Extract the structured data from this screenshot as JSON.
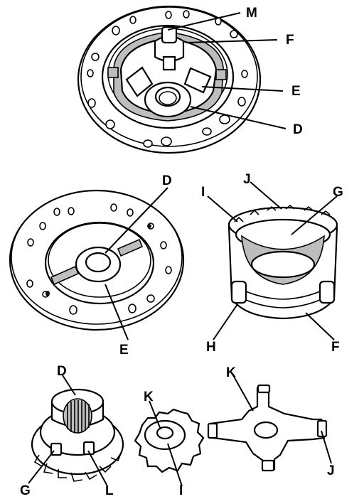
{
  "diagram": {
    "callouts": [
      {
        "id": "top-M",
        "text": "M"
      },
      {
        "id": "top-F",
        "text": "F"
      },
      {
        "id": "top-E",
        "text": "E"
      },
      {
        "id": "top-D",
        "text": "D"
      },
      {
        "id": "mid-D",
        "text": "D"
      },
      {
        "id": "mid-E",
        "text": "E"
      },
      {
        "id": "mid-I",
        "text": "I"
      },
      {
        "id": "mid-J",
        "text": "J"
      },
      {
        "id": "mid-G",
        "text": "G"
      },
      {
        "id": "mid-H",
        "text": "H"
      },
      {
        "id": "mid-F",
        "text": "F"
      },
      {
        "id": "bot-D",
        "text": "D"
      },
      {
        "id": "bot-G",
        "text": "G"
      },
      {
        "id": "bot-L",
        "text": "L"
      },
      {
        "id": "bot-K1",
        "text": "K"
      },
      {
        "id": "bot-I",
        "text": "I"
      },
      {
        "id": "bot-K2",
        "text": "K"
      },
      {
        "id": "bot-J",
        "text": "J"
      }
    ]
  }
}
